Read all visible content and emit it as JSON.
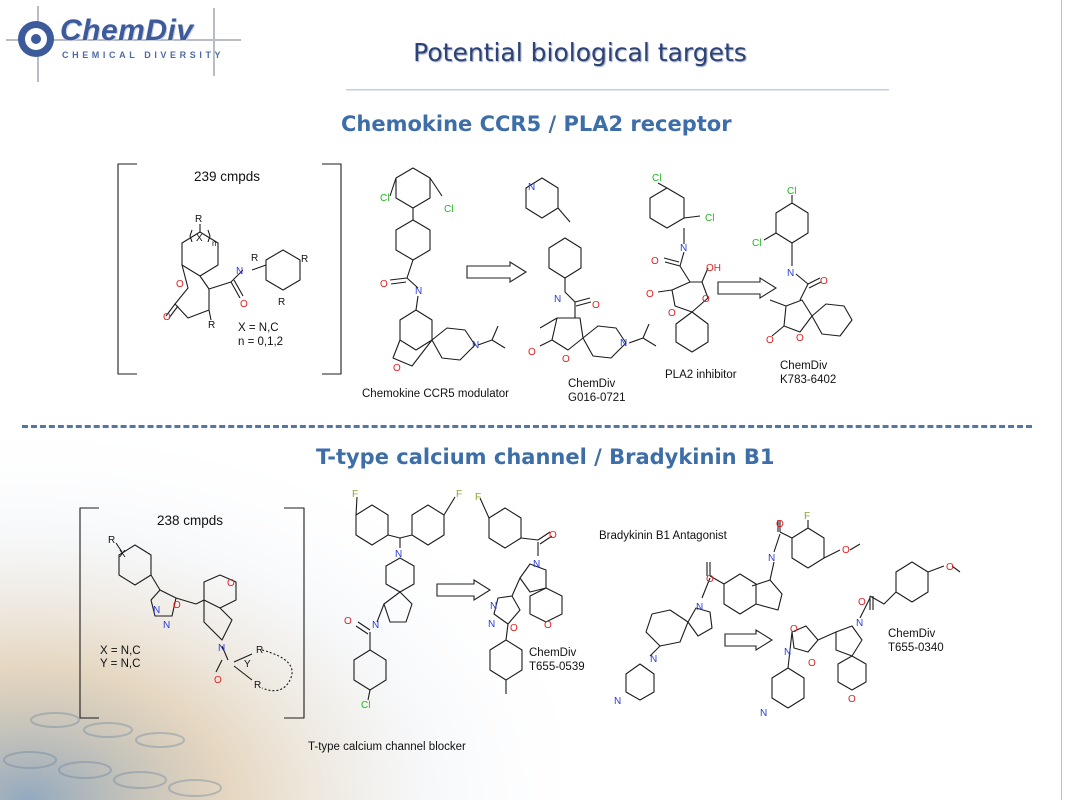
{
  "header": {
    "logo_text": "ChemDiv",
    "logo_subtitle": "CHEMICAL DIVERSITY",
    "title": "Potential biological targets"
  },
  "section1": {
    "title": "Chemokine CCR5 / PLA2 receptor",
    "library": {
      "count_label": "239 cmpds",
      "definition_line1": "X = N,C",
      "definition_line2": "n =  0,1,2"
    },
    "compounds": [
      {
        "label_line1": "Chemokine CCR5 modulator",
        "label_line2": ""
      },
      {
        "label_line1": "ChemDiv",
        "label_line2": "G016-0721"
      },
      {
        "label_line1": "PLA2 inhibitor",
        "label_line2": ""
      },
      {
        "label_line1": "ChemDiv",
        "label_line2": "K783-6402"
      }
    ]
  },
  "section2": {
    "title": "T-type calcium channel / Bradykinin B1",
    "library": {
      "count_label": "238 cmpds",
      "definition_line1": "X = N,C",
      "definition_line2": "Y = N,C"
    },
    "compounds": [
      {
        "label_line1": "T-type calcium channel blocker",
        "label_line2": ""
      },
      {
        "label_line1": "ChemDiv",
        "label_line2": "T655-0539"
      },
      {
        "label_line1": "Bradykinin B1 Antagonist",
        "label_line2": ""
      },
      {
        "label_line1": "ChemDiv",
        "label_line2": "T655-0340"
      }
    ]
  },
  "atoms": {
    "N": "N",
    "O": "O",
    "Cl": "Cl",
    "F": "F",
    "R": "R",
    "X": "X",
    "Y": "Y",
    "OH": "OH",
    "n": "n"
  },
  "colors": {
    "title": "#2d4376",
    "section_title": "#3d6ea8",
    "divider": "#5575a7",
    "nitrogen": "#2a3cd8",
    "oxygen": "#e02020",
    "chlorine": "#22b422",
    "fluorine": "#8aa82a"
  }
}
